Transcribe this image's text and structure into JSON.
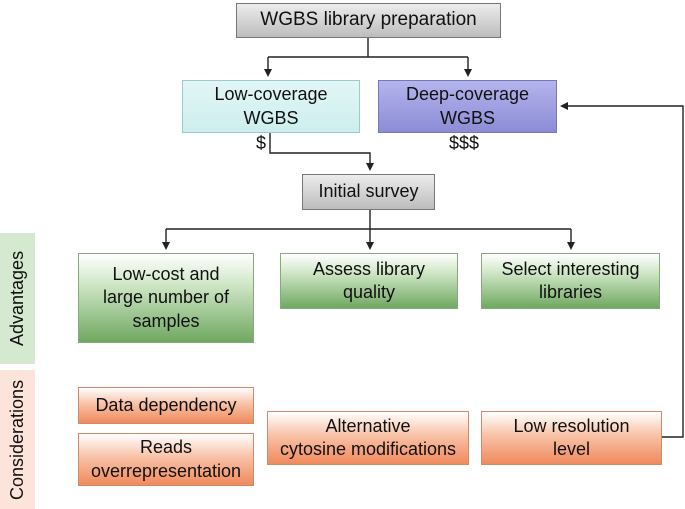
{
  "title": "WGBS library preparation",
  "low_coverage": {
    "line1": "Low-coverage",
    "line2": "WGBS",
    "cost": "$"
  },
  "deep_coverage": {
    "line1": "Deep-coverage",
    "line2": "WGBS",
    "cost": "$$$"
  },
  "initial_survey": "Initial survey",
  "advantages": {
    "label": "Advantages",
    "items": [
      {
        "line1": "Low-cost and",
        "line2": "large number of",
        "line3": "samples"
      },
      {
        "line1": "Assess library",
        "line2": "quality"
      },
      {
        "line1": "Select interesting",
        "line2": "libraries"
      }
    ]
  },
  "considerations": {
    "label": "Considerations",
    "items": [
      {
        "line1": "Data dependency"
      },
      {
        "line1": "Reads",
        "line2": "overrepresentation"
      },
      {
        "line1": "Alternative",
        "line2": "cytosine modifications"
      },
      {
        "line1": "Low resolution",
        "line2": "level"
      }
    ]
  },
  "colors": {
    "gray_box": "#cfcfcf",
    "low_coverage_box": "#d6f2f2",
    "deep_coverage_box": "#9a9ae0",
    "advantage_box": "#8cbf7e",
    "consideration_box": "#f39a72",
    "advantages_label_bg": "#d5e8d0",
    "considerations_label_bg": "#fde4da"
  }
}
